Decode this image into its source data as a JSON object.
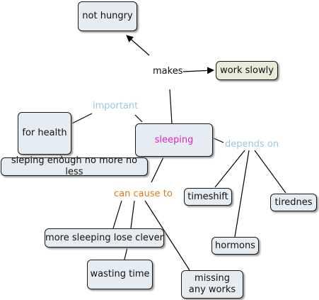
{
  "concepts": {
    "not_hungry": "not hungry",
    "work_slowly": "work slowly",
    "for_health": "for health",
    "sleeping": "sleeping",
    "sleeping_enough": "sleping enough no more no less",
    "timeshift": "timeshift",
    "tirednes": "tirednes",
    "hormons": "hormons",
    "more_sleeping": "more sleeping lose clever",
    "wasting_time": "wasting time",
    "missing_works": "missing any works"
  },
  "link_labels": {
    "makes": "makes",
    "important": "important",
    "depends_on": "depends on",
    "can_cause_to": "can cause to"
  },
  "colors": {
    "concept_fill": "#e6edf2",
    "green_fill": "#e6ecd8",
    "sleeping_text": "#e020c8",
    "important": "#9cc6e0",
    "depends_on": "#9cc6e0",
    "can_cause_to": "#e07a1a"
  }
}
